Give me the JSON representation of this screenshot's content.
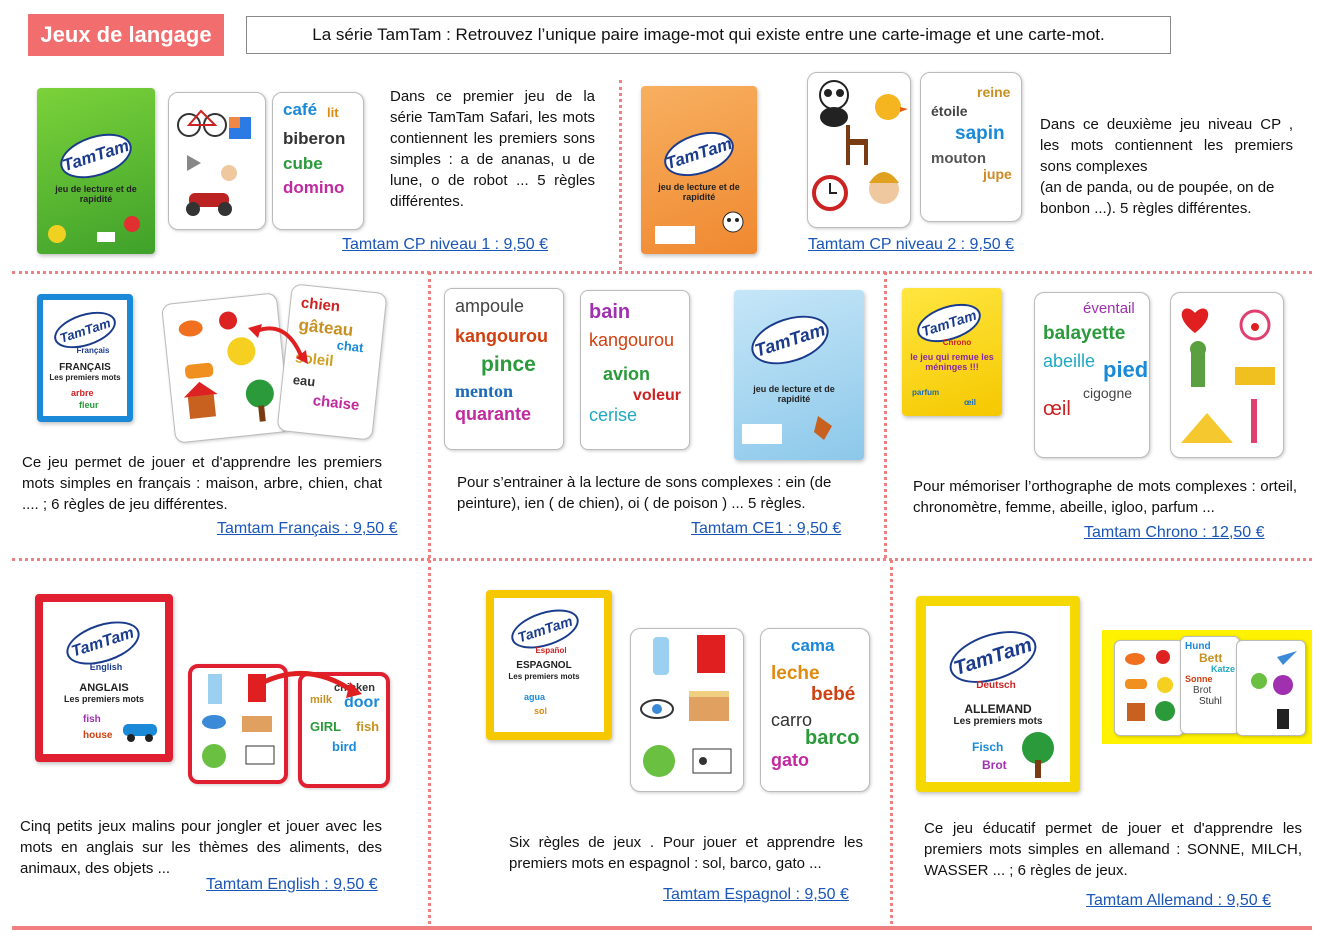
{
  "header": {
    "badge": "Jeux de langage",
    "subtitle": "La série TamTam  : Retrouvez l’unique paire image-mot qui existe entre une carte-image et une carte-mot."
  },
  "colors": {
    "accent": "#f26d6d",
    "link": "#1a56b8",
    "divider": "#f08080"
  },
  "products": {
    "cp1": {
      "description": "Dans ce premier jeu de la série TamTam Safari, les mots contiennent les premiers sons simples : a de ananas, u de lune, o de robot  ... 5 règles différentes.",
      "price": "Tamtam CP niveau 1 : 9,50 €",
      "box_logo": "TamTam",
      "box_sub": "jeu de lecture et de rapidité",
      "words": [
        "café",
        "lit",
        "biberon",
        "cube",
        "domino"
      ]
    },
    "cp2": {
      "description1": "Dans ce deuxième jeu niveau CP , les mots contiennent les premiers sons complexes",
      "description2": "(an de panda, ou de poupée, on de bonbon  ...). 5 règles différentes.",
      "price": "Tamtam CP niveau 2 :  9,50 €",
      "box_logo": "TamTam",
      "box_sub": "jeu de lecture et de rapidité",
      "words": [
        "reine",
        "étoile",
        "sapin",
        "mouton",
        "jupe"
      ]
    },
    "francais": {
      "description": "Ce jeu permet de jouer et d'apprendre les premiers mots simples en français : maison, arbre, chien, chat .... ; 6 règles de jeu différentes.",
      "price": "Tamtam Français : 9,50 €",
      "box_logo": "TamTam",
      "box_lang": "Français",
      "box_title": "FRANÇAIS",
      "box_sub": "Les premiers mots",
      "box_words": [
        "arbre",
        "fleur"
      ],
      "words": [
        "chien",
        "gâteau",
        "chat",
        "soleil",
        "eau",
        "chaise"
      ]
    },
    "ce1": {
      "description": "Pour s’entrainer à la lecture de sons complexes :  ein (de peinture), ien ( de chien), oi ( de poison ) ...  5 règles.",
      "price": "Tamtam CE1 : 9,50 €",
      "box_logo": "TamTam",
      "box_sub": "jeu de lecture et de rapidité",
      "words_a": [
        "ampoule",
        "kangourou",
        "pince",
        "menton",
        "quarante"
      ],
      "words_b": [
        "bain",
        "kangourou",
        "avion",
        "voleur",
        "cerise"
      ]
    },
    "chrono": {
      "description": "Pour mémoriser l’orthographe de mots complexes : orteil, chronomètre, femme, abeille, igloo, parfum ...",
      "price": "Tamtam Chrono : 12,50  €",
      "box_logo": "TamTam",
      "box_lang": "Chrono",
      "box_tag": "le jeu qui remue les méninges !!!",
      "box_words": [
        "parfum",
        "œil"
      ],
      "words": [
        "éventail",
        "balayette",
        "abeille",
        "pied",
        "cigogne",
        "œil"
      ]
    },
    "english": {
      "description": "Cinq petits jeux malins pour jongler et jouer avec les mots en anglais sur les thèmes des aliments, des animaux, des objets ...",
      "price": "Tamtam English :  9,50 €",
      "box_logo": "TamTam",
      "box_lang": "English",
      "box_title": "ANGLAIS",
      "box_sub": "Les premiers mots",
      "box_words": [
        "fish",
        "house"
      ],
      "words": [
        "chicken",
        "milk",
        "door",
        "GIRL",
        "fish",
        "bird"
      ]
    },
    "espagnol": {
      "description": "Six règles de jeux . Pour jouer et apprendre les premiers mots en espagnol : sol, barco, gato ...",
      "price": "Tamtam Espagnol : 9,50 €",
      "box_logo": "TamTam",
      "box_lang": "Español",
      "box_title": "ESPAGNOL",
      "box_sub": "Les premiers mots",
      "box_words": [
        "agua",
        "sol"
      ],
      "words": [
        "cama",
        "leche",
        "bebé",
        "carro",
        "barco",
        "gato"
      ]
    },
    "allemand": {
      "description": "Ce jeu éducatif permet de jouer et d'apprendre les premiers mots simples en allemand : SONNE, MILCH, WASSER ... ;  6 règles de jeux.",
      "price": "Tamtam Allemand : 9,50 €",
      "box_logo": "TamTam",
      "box_lang": "Deutsch",
      "box_title": "ALLEMAND",
      "box_sub": "Les premiers mots",
      "box_words": [
        "Fisch",
        "Brot"
      ],
      "words": [
        "Hund",
        "Bett",
        "Katze",
        "Sonne",
        "Brot",
        "Stuhl"
      ]
    }
  }
}
